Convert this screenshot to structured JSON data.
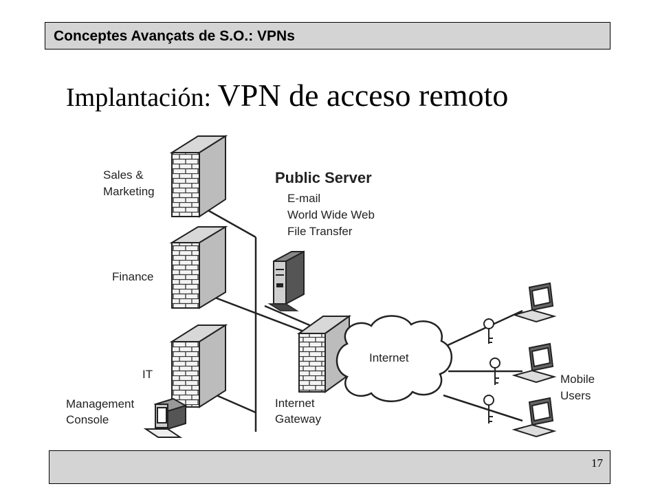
{
  "header": {
    "title": "Conceptes Avançats de S.O.: VPNs"
  },
  "slide": {
    "title_prefix": "Implantación: ",
    "title_main": "VPN de acceso remoto"
  },
  "footer": {
    "page_number": "17"
  },
  "diagram": {
    "departments": {
      "sales_line1": "Sales &",
      "sales_line2": "Marketing",
      "finance": "Finance",
      "it": "IT",
      "console_line1": "Management",
      "console_line2": "Console"
    },
    "public_server": {
      "title": "Public Server",
      "services": [
        "E-mail",
        "World Wide Web",
        "File Transfer"
      ]
    },
    "internet": "Internet",
    "gateway_line1": "Internet",
    "gateway_line2": "Gateway",
    "mobile_line1": "Mobile",
    "mobile_line2": "Users"
  }
}
